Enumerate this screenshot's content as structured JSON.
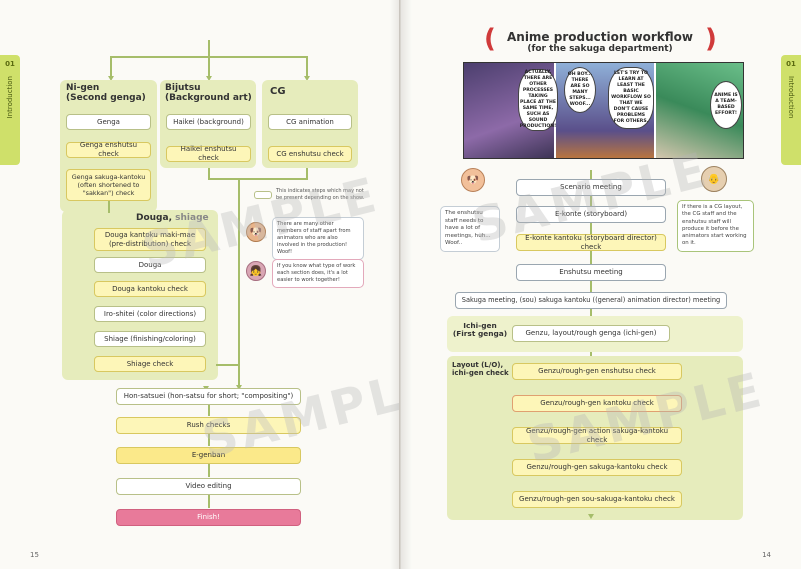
{
  "left_page": {
    "side_tab": {
      "number": "01",
      "label": "Introduction"
    },
    "page_number": "15",
    "columns": {
      "nigen": {
        "title": "Ni-gen",
        "subtitle": "(Second genga)",
        "steps": [
          "Genga",
          "Genga enshutsu check",
          "Genga sakuga-kantoku (often shortened to \"sakkan\") check"
        ]
      },
      "bijutsu": {
        "title": "Bijutsu",
        "subtitle": "(Background art)",
        "steps": [
          "Haikei (background)",
          "Haikei enshutsu check"
        ]
      },
      "cg": {
        "title": "CG",
        "steps": [
          "CG animation",
          "CG enshutsu check"
        ]
      }
    },
    "douga": {
      "title": "Douga,",
      "title_faded": "shiage",
      "steps": [
        "Douga kantoku maki-mae (pre-distribution) check",
        "Douga",
        "Douga kantoku check",
        "Iro-shitei (color directions)",
        "Shiage (finishing/coloring)",
        "Shiage check"
      ]
    },
    "legend": "This indicates steps which may not be present depending on the show.",
    "notes": [
      "There are many other members of staff apart from animators who are also involved in the production! Woof!",
      "If you know what type of work each section does, it's a lot easier to work together!"
    ],
    "final_steps": [
      "Hon-satsuei (hon-satsu for short; \"compositing\")",
      "Rush checks",
      "E-genban",
      "Video editing",
      "Finish!"
    ],
    "watermark": "SAMPLE"
  },
  "right_page": {
    "side_tab": {
      "number": "01",
      "label": "Introduction"
    },
    "page_number": "14",
    "title": "Anime production workflow",
    "subtitle": "(for the sakuga department)",
    "manga_speech": [
      "ACTUALLY, THERE ARE OTHER PROCESSES TAKING PLACE AT THE SAME TIME, SUCH AS SOUND PRODUCTION!",
      "OH BOY... THERE ARE SO MANY STEPS... WOOF...",
      "LET'S TRY TO LEARN AT LEAST THE BASIC WORKFLOW SO THAT WE DON'T CAUSE PROBLEMS FOR OTHERS.",
      "ANIME IS A TEAM-BASED EFFORT!"
    ],
    "top_steps": [
      "Scenario meeting",
      "E-konte (storyboard)",
      "E-konte kantoku (storyboard director) check",
      "Enshutsu meeting",
      "Sakuga meeting, (sou) sakuga kantoku ((general) animation director) meeting"
    ],
    "notes": {
      "left": "The enshutsu staff needs to have a lot of meetings, huh... Woof..",
      "right": "If there is a CG layout, the CG staff and the enshutsu staff will produce it before the animators start working on it."
    },
    "ichigen": {
      "title": "Ichi-gen",
      "subtitle": "(First genga)",
      "step": "Genzu, layout/rough genga (ichi-gen)"
    },
    "layout_check": {
      "title": "Layout (L/O),",
      "subtitle": "ichi-gen check",
      "steps": [
        "Genzu/rough-gen enshutsu check",
        "Genzu/rough-gen kantoku check",
        "Genzu/rough-gen action sakuga-kantoku check",
        "Genzu/rough-gen sakuga-kantoku check",
        "Genzu/rough-gen sou-sakuga-kantoku check"
      ]
    },
    "watermark": "SAMPLE"
  },
  "colors": {
    "panel": "#e6ecbc",
    "tab": "#cfe06a",
    "yellow_box": "#fdf6b8",
    "finish": "#e87a9a",
    "connector": "#a6bd6a",
    "title_paren": "#d03a3a"
  }
}
